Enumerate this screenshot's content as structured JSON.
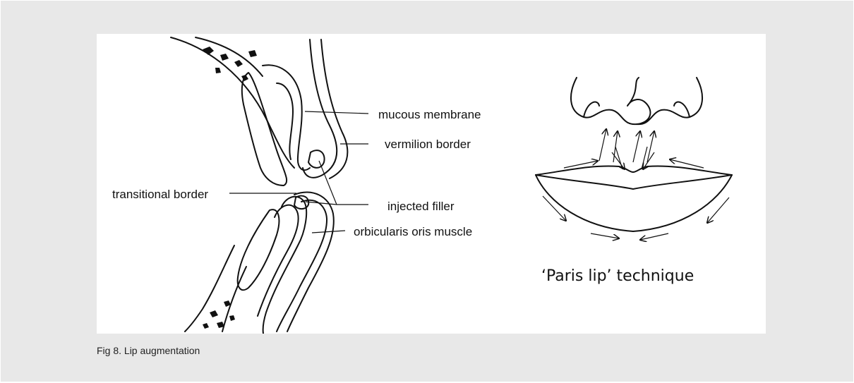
{
  "figure": {
    "cross_section_labels": {
      "mucous_membrane": "mucous membrane",
      "vermilion_border": "vermilion border",
      "transitional_border": "transitional border",
      "injected_filler": "injected filler",
      "orbicularis_oris_muscle": "orbicularis oris muscle"
    },
    "technique_title": "‘Paris lip’ technique"
  },
  "caption": "Fig 8. Lip augmentation",
  "colors": {
    "panel_background": "#e8e8e8",
    "figure_background": "#ffffff",
    "ink": "#111111"
  }
}
